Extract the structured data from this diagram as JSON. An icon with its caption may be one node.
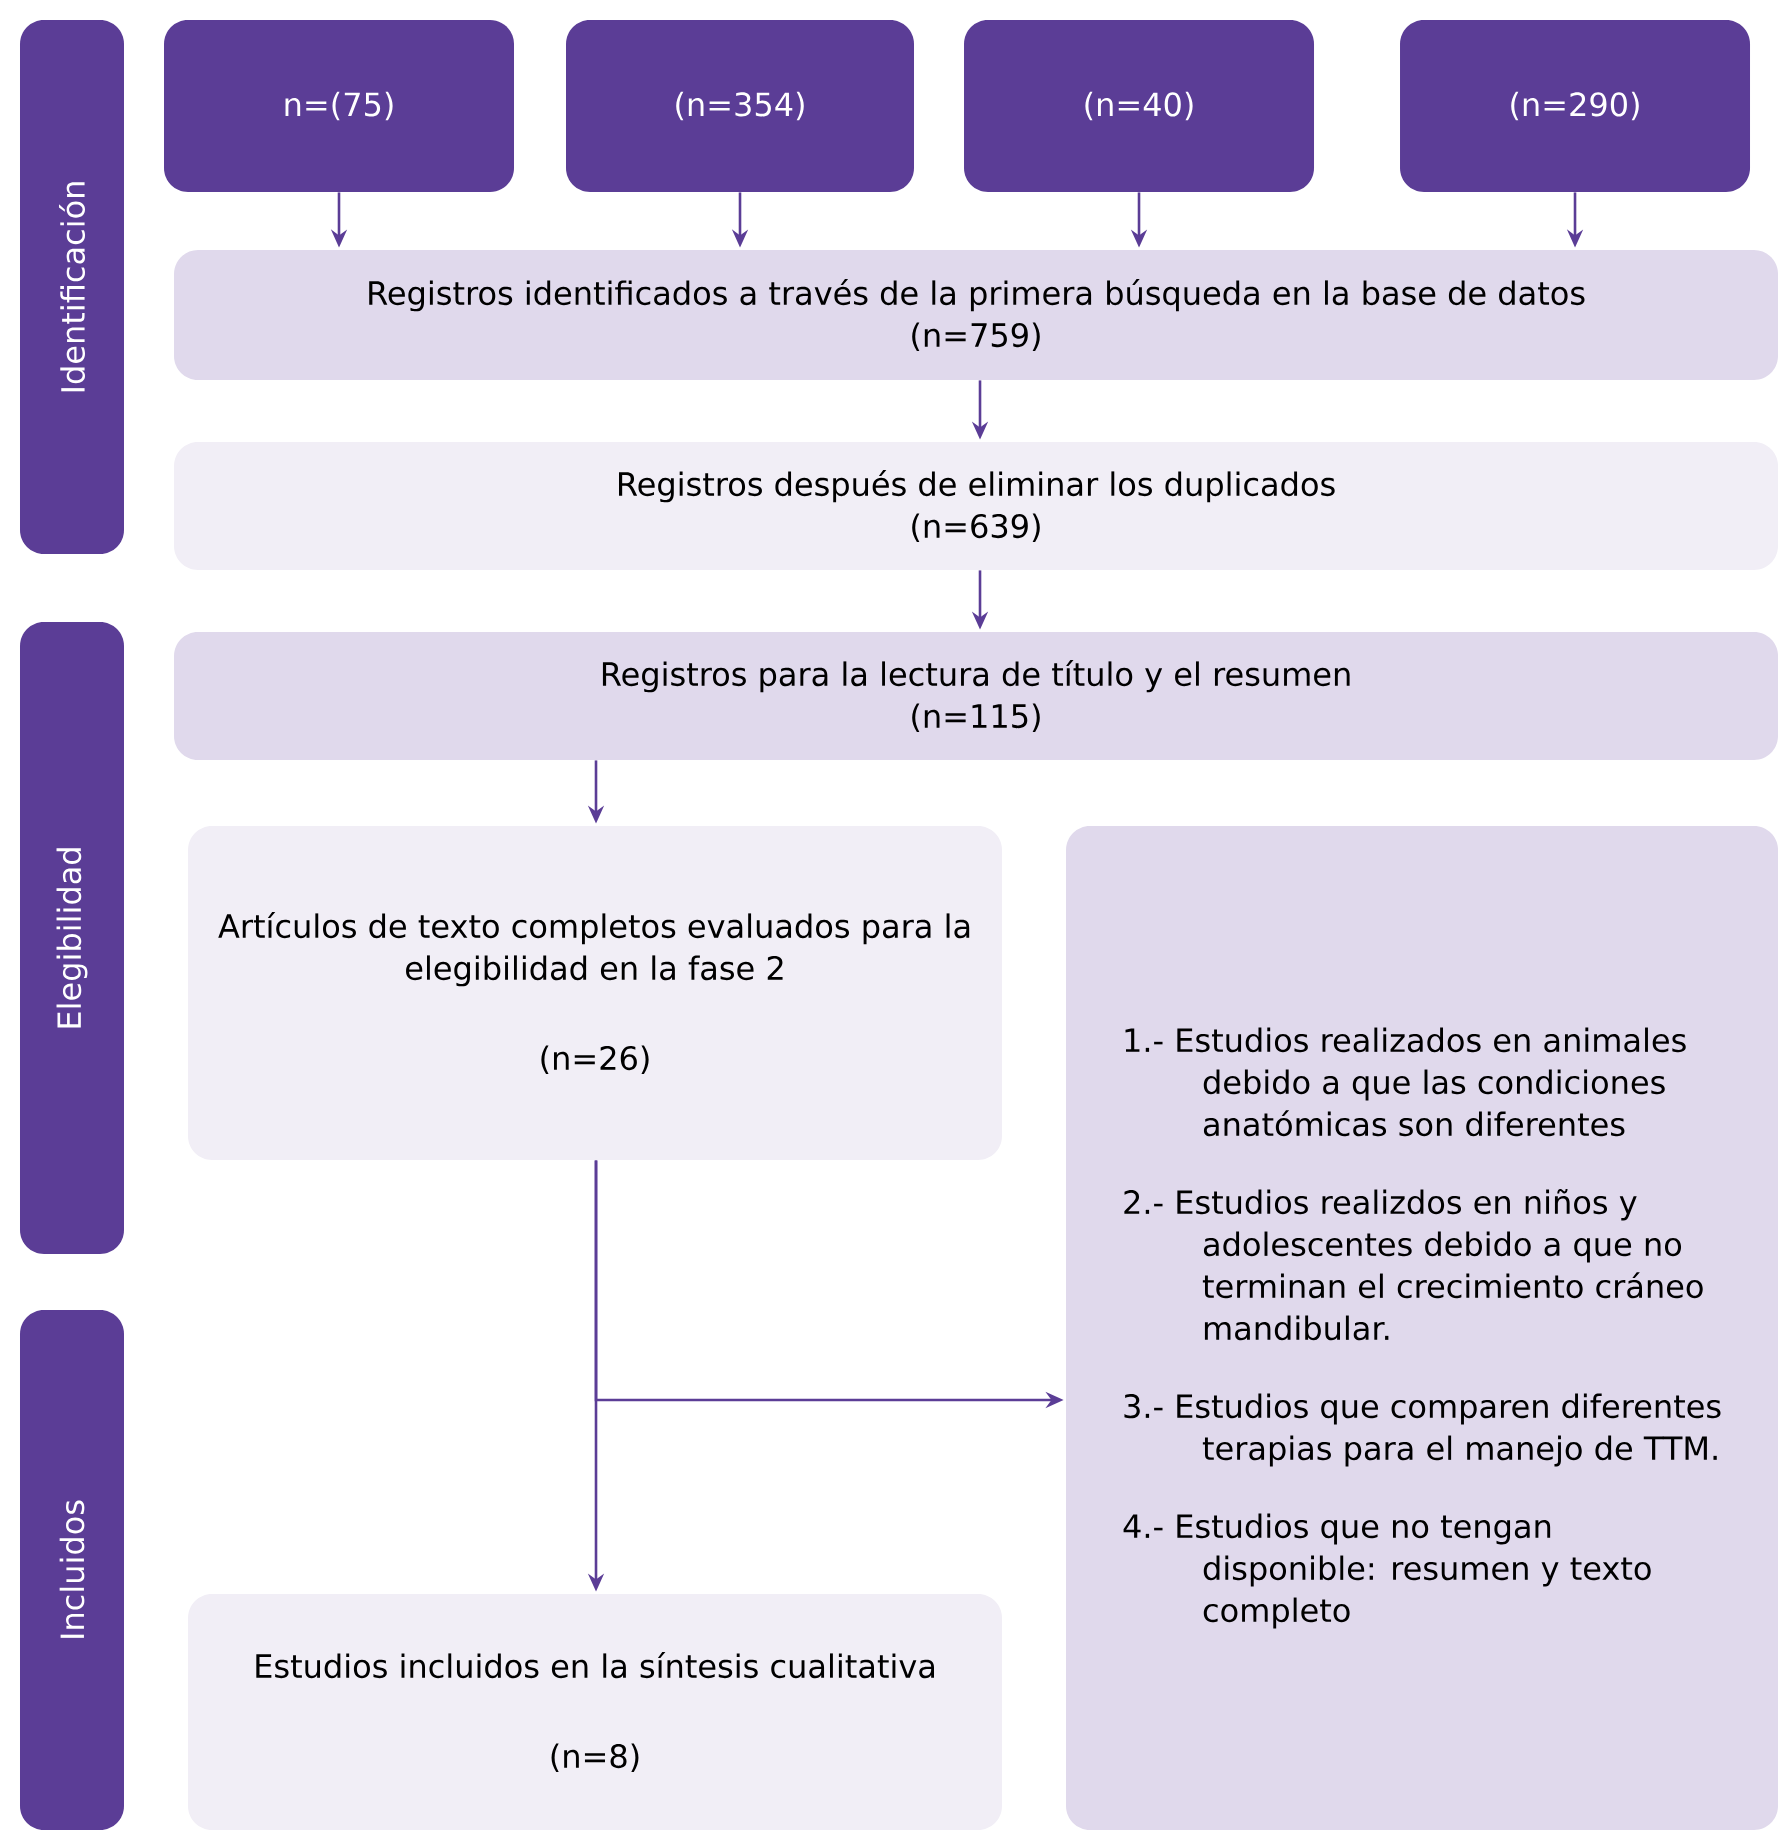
{
  "diagram": {
    "nodes": [
      {
        "text": [
          "Identificación"
        ]
      },
      {
        "text": [
          "Elegibilidad"
        ]
      },
      {
        "text": [
          "Incluidos"
        ]
      },
      {
        "text": [
          "n=(75)"
        ]
      },
      {
        "text": [
          "(n=354)"
        ]
      },
      {
        "text": [
          "(n=40)"
        ]
      },
      {
        "text": [
          "(n=290)"
        ]
      },
      {
        "text": [
          "Registros identificados a través de la primera búsqueda en la base de datos",
          "(n=759)"
        ]
      },
      {
        "text": [
          "Registros después de eliminar los duplicados",
          "(n=639)"
        ]
      },
      {
        "text": [
          "Registros para la lectura de título y el resumen",
          "(n=115)"
        ]
      },
      {
        "text": [
          "Artículos de texto completos evaluados para la elegibilidad en la fase 2",
          "(n=26)"
        ]
      },
      {
        "text": [
          "1.- Estudios realizados en animales debido a que las condiciones anatómicas son diferentes",
          "2.- Estudios realizdos en niños y adolescentes debido a que no terminan el crecimiento cráneo mandibular.",
          "3.- Estudios que comparen diferentes terapias para el manejo de TTM.",
          "4.- Estudios que no tengan disponible: resumen y texto completo"
        ]
      },
      {
        "text": [
          "Estudios incluidos en la síntesis cualitativa",
          "(n=8)"
        ]
      }
    ],
    "edges": [
      {
        "from": 3,
        "to": 7,
        "arrow": "to"
      },
      {
        "from": 4,
        "to": 7,
        "arrow": "to"
      },
      {
        "from": 5,
        "to": 7,
        "arrow": "to"
      },
      {
        "from": 6,
        "to": 7,
        "arrow": "to"
      },
      {
        "from": 7,
        "to": 8,
        "arrow": "to"
      },
      {
        "from": 8,
        "to": 9,
        "arrow": "to"
      },
      {
        "from": 9,
        "to": 10,
        "arrow": "to"
      },
      {
        "from": 10,
        "to": 12,
        "arrow": "to"
      },
      {
        "from": 10,
        "to": 11,
        "arrow": "to"
      }
    ]
  }
}
